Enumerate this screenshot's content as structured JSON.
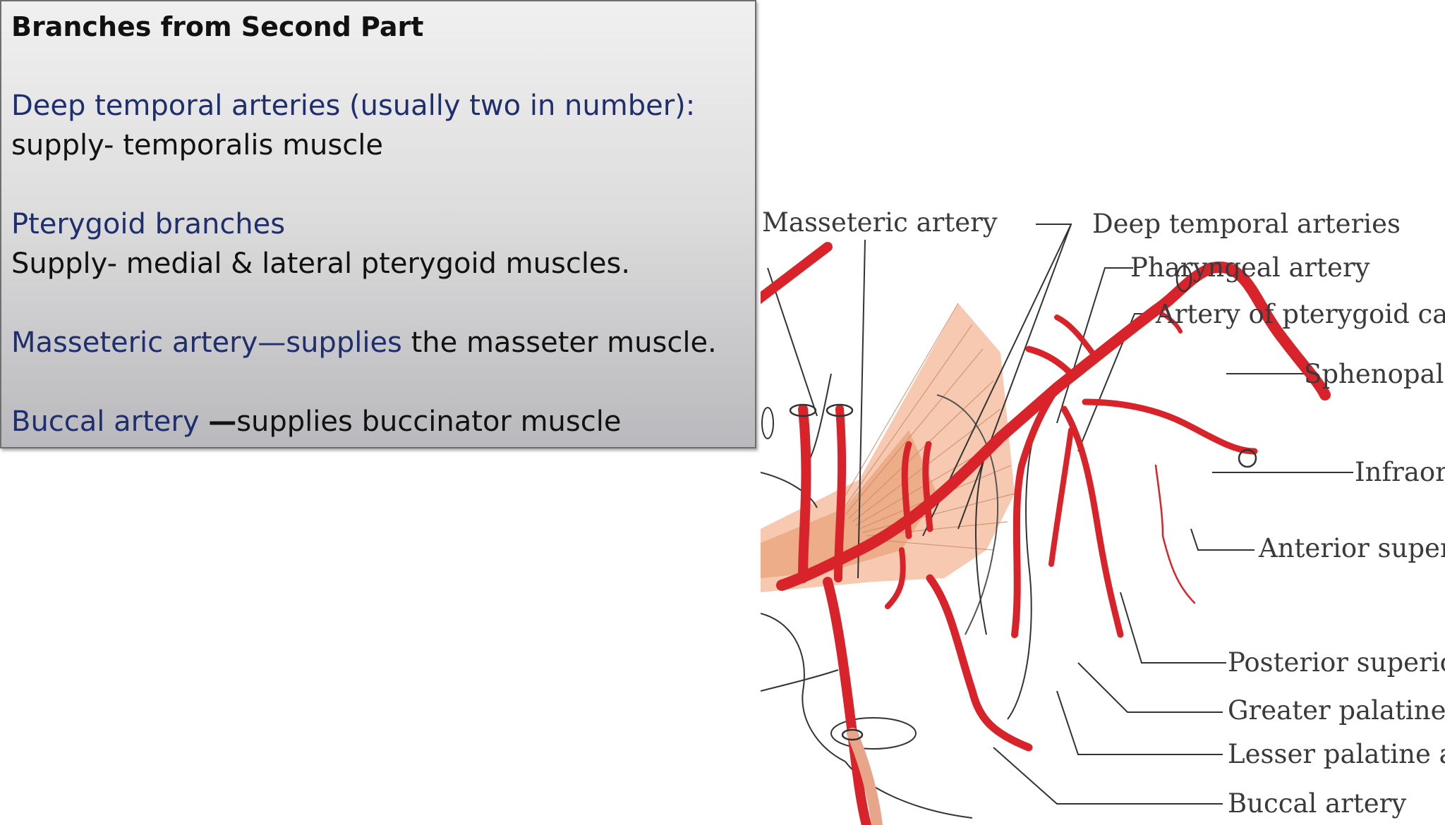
{
  "slide": {
    "title": "Branches from  Second Part",
    "paragraphs": [
      {
        "term": "Deep temporal arteries (usually two in number):",
        "line2": "supply- temporalis muscle"
      },
      {
        "term": "Pterygoid branches",
        "line2": "Supply- medial & lateral pterygoid muscles."
      },
      {
        "term": "Masseteric artery—supplies",
        "text": " the masseter muscle."
      },
      {
        "term": "Buccal artery ",
        "dash": "—",
        "text": "supplies buccinator muscle"
      }
    ]
  },
  "figure": {
    "labels": {
      "masseteric": "Masseteric artery",
      "deep_temporal": "Deep temporal arteries",
      "pharyngeal": "Pharyngeal artery",
      "pterygoid_canal": "Artery of pterygoid can.",
      "sphenopalatine": "Sphenopala",
      "infraorbital": "Infraor",
      "anterior_superior": "Anterior superi",
      "posterior_superior": "Posterior superior",
      "greater_palatine": "Greater palatine a",
      "lesser_palatine": "Lesser palatine ar",
      "buccal": "Buccal artery"
    },
    "colors": {
      "artery": "#d8232a",
      "muscle": "#f3b796",
      "outline": "#333333"
    }
  }
}
